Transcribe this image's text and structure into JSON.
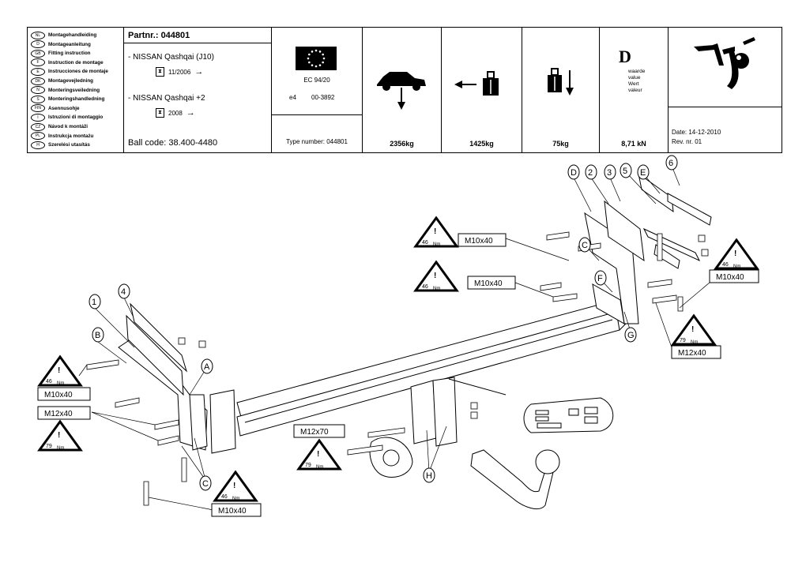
{
  "languages": [
    {
      "code": "NL",
      "label": "Montagehandleiding"
    },
    {
      "code": "D",
      "label": "Montageanleitung"
    },
    {
      "code": "GB",
      "label": "Fitting instruction"
    },
    {
      "code": "F",
      "label": "Instruction de montage"
    },
    {
      "code": "E",
      "label": "Instrucciones de montaje"
    },
    {
      "code": "DK",
      "label": "Montagevejledning"
    },
    {
      "code": "N",
      "label": "Monteringsveiledning"
    },
    {
      "code": "S",
      "label": "Monteringshandledning"
    },
    {
      "code": "FIN",
      "label": "Asennusohje"
    },
    {
      "code": "I",
      "label": "Istruzioni di montaggio"
    },
    {
      "code": "CZ",
      "label": "Návod k montáži"
    },
    {
      "code": "PL",
      "label": "Instrukcja montażu"
    },
    {
      "code": "H",
      "label": "Szerelési utasítás"
    }
  ],
  "partnr": "Partnr.: 044801",
  "vehicles": [
    {
      "name": "- NISSAN Qashqai (J10)",
      "date": "11/2006",
      "arrow": "→"
    },
    {
      "name": "- NISSAN Qashqai +2",
      "date": "2008",
      "arrow": "→"
    }
  ],
  "ball_code": "Ball code: 38.400-4480",
  "approval": {
    "regulation": "EC 94/20",
    "mark": "e4",
    "number": "00-3892"
  },
  "type_number": "Type  number:  044801",
  "specs": {
    "max_mass": "2356kg",
    "trailer_mass": "1425kg",
    "vertical_load": "75kg",
    "d_value": "8,71 kN"
  },
  "d_block": {
    "letter": "D",
    "words": [
      "waarde",
      "value",
      "Wert",
      "valeur"
    ]
  },
  "date": "Date:  14-12-2010",
  "rev": "Rev. nr.  01",
  "callouts": {
    "D": "D",
    "n2": "2",
    "n3": "3",
    "n5": "5",
    "E": "E",
    "n6": "6",
    "C": "C",
    "F": "F",
    "G": "G",
    "n1": "1",
    "n4": "4",
    "B": "B",
    "A": "A",
    "H": "H"
  },
  "torque": {
    "t46": "46",
    "t79": "79",
    "unit": "Nm"
  },
  "bolts": {
    "m10": "M10x40",
    "m12": "M12x40",
    "m12x70": "M12x70"
  },
  "colors": {
    "line": "#000000",
    "eu_blue": "#000000",
    "eu_star": "#ffffff"
  }
}
